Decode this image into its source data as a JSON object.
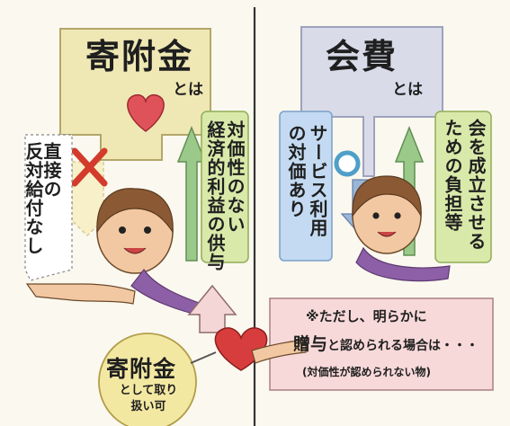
{
  "left": {
    "title": "寄附金",
    "toha": "とは",
    "direct_return": [
      "直接の",
      "反対給付なし"
    ],
    "benefit": [
      "対価性のない",
      "経済的利益の供与"
    ]
  },
  "right": {
    "title": "会費",
    "toha": "とは",
    "service": [
      "サービス利用",
      "の対価あり"
    ],
    "burden": [
      "会を成立させる",
      "ための負担等"
    ]
  },
  "note": {
    "line1": "※ただし、明らかに",
    "emphasis": "贈与",
    "line2_rest": "と認められる場合は・・・",
    "line3": "(対価性が認められない物)"
  },
  "badge": {
    "title": "寄附金",
    "line1": "として取り",
    "line2": "扱い可"
  }
}
